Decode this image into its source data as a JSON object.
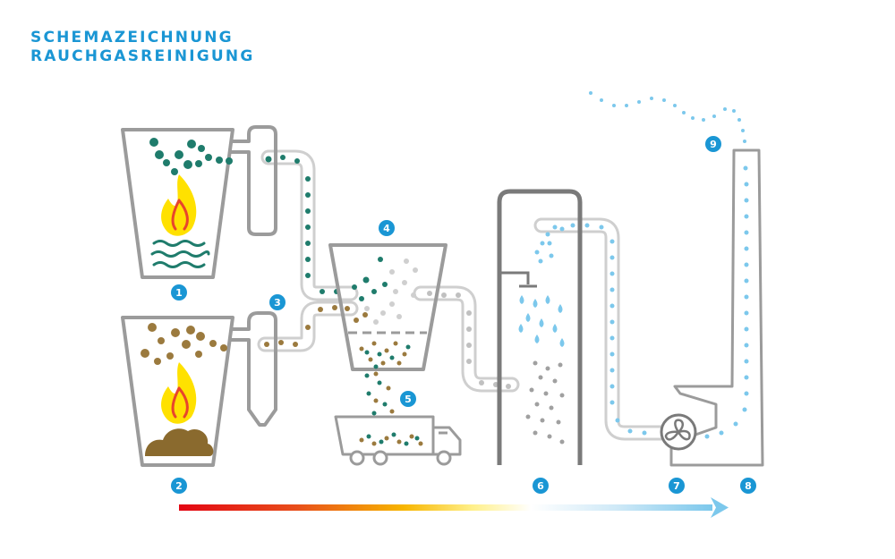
{
  "title": {
    "line1": "SCHEMAZEICHNUNG",
    "line2": "RAUCHGASREINIGUNG"
  },
  "markers": [
    "1",
    "2",
    "3",
    "4",
    "5",
    "6",
    "7",
    "8",
    "9"
  ],
  "colors": {
    "accent": "#1a96d4",
    "equipment": "#9b9b9b",
    "pipe": "#dedede",
    "teal_particles": "#1f7c6c",
    "brown_particles": "#9b7a3e",
    "water": "#7cc8ec",
    "flame_outer": "#ffe100",
    "flame_inner": "#e8452c",
    "sludge": "#8a6a2e",
    "gradient": [
      "#e30613",
      "#f39200",
      "#ffed00",
      "#ffffff",
      "#c7e6f7",
      "#7cc8ec"
    ]
  },
  "icons": [
    "flame-icon",
    "waves-icon",
    "truck-icon",
    "fan-icon",
    "shower-icon",
    "arrow-icon"
  ]
}
